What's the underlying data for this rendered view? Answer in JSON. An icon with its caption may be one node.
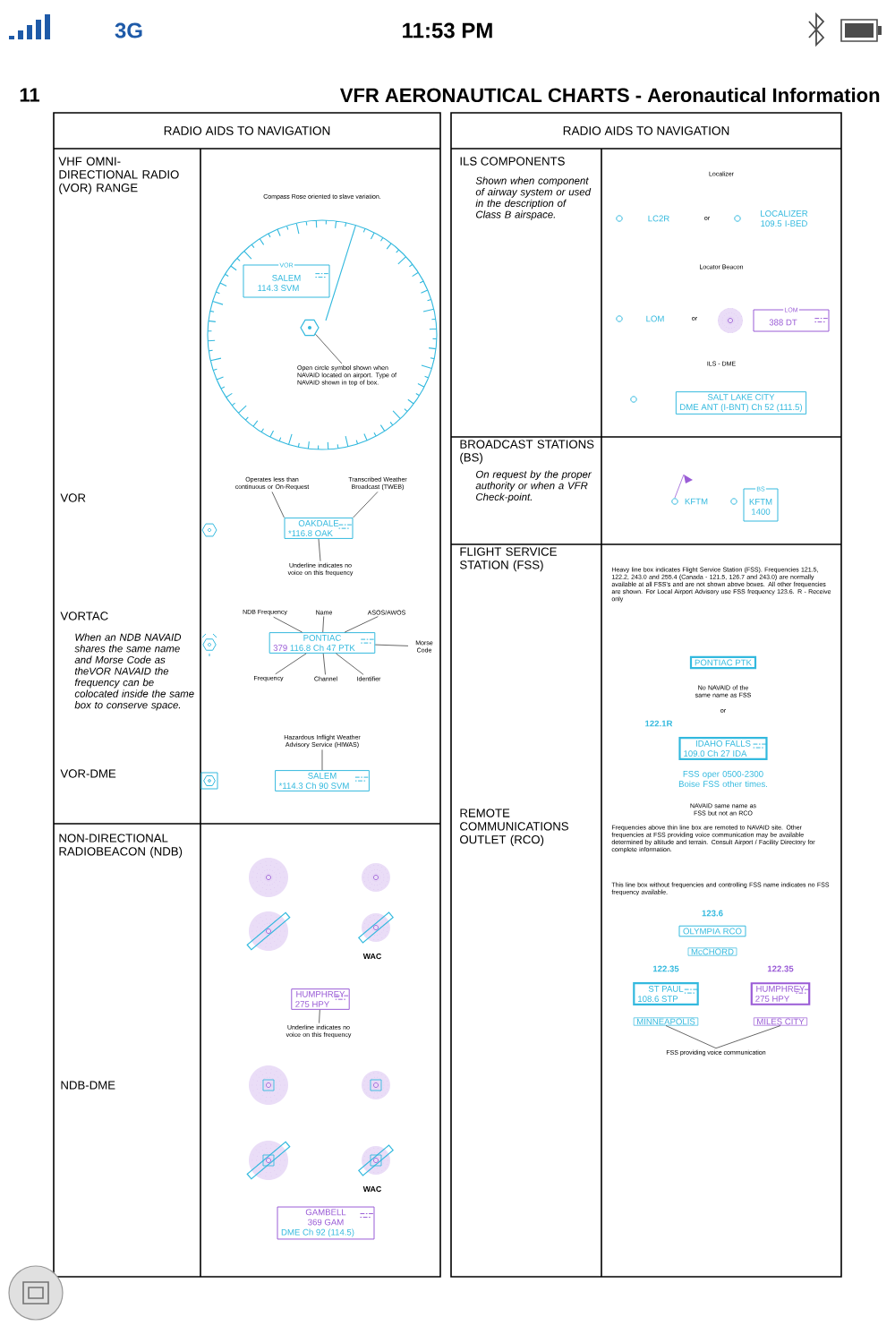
{
  "diagram": {
    "title": "VFR AERONAUTICAL CHARTS - Aeronautical Information",
    "nodes": [
      {
        "text": [
          "VOR",
          "SALEM",
          "114.3 SVM"
        ]
      },
      {
        "text": [],
        "shape": "hexagon"
      },
      {
        "text": [
          "Open circle symbol shown when NAVAID located on airport. Type of NAVAID shown in top of box."
        ]
      },
      {
        "text": [
          "Operates less than continuous or On-Request"
        ]
      },
      {
        "text": [
          "Transcribed Weather Broadcast (TWEB)"
        ]
      },
      {
        "text": [
          "OAKDALE",
          "*116.8 OAK"
        ]
      },
      {
        "text": [
          "Underline indicates no voice on this frequency"
        ]
      },
      {
        "text": [
          "NDB Frequency"
        ]
      },
      {
        "text": [
          "Name"
        ]
      },
      {
        "text": [
          "ASOS/AWOS"
        ]
      },
      {
        "text": [
          "PONTIAC",
          "379",
          "116.8 Ch 47 PTK"
        ]
      },
      {
        "text": [
          "Morse Code"
        ]
      },
      {
        "text": [
          "Frequency"
        ]
      },
      {
        "text": [
          "Channel"
        ]
      },
      {
        "text": [
          "Identifier"
        ]
      },
      {
        "text": [
          "Hazardous Inflight Weather Advisory Service (HIWAS)"
        ]
      },
      {
        "text": [
          "SALEM",
          "*114.3 Ch 90 SVM"
        ]
      },
      {
        "text": [
          "HUMPHREY",
          "275 HPY"
        ]
      },
      {
        "text": [
          "Underline indicates no voice on this frequency"
        ]
      },
      {
        "text": [
          "GAMBELL",
          "369 GAM",
          "DME Ch 92 (114.5)"
        ]
      },
      {
        "text": [
          "LOM",
          "388 DT"
        ]
      },
      {
        "text": [
          "SALT LAKE CITY",
          "DME ANT (I-BNT) Ch 52 (111.5)"
        ]
      },
      {
        "text": [
          "BS",
          "KFTM",
          "1400"
        ]
      },
      {
        "text": [
          "PONTIAC PTK"
        ]
      },
      {
        "text": [
          "IDAHO FALLS",
          "109.0 Ch 27 IDA"
        ],
        "beside": [
          "122.1R"
        ]
      },
      {
        "text": [
          "OLYMPIA RCO"
        ],
        "beside": [
          "123.6"
        ]
      },
      {
        "text": [
          "McCHORD"
        ]
      },
      {
        "text": [
          "ST PAUL",
          "108.6 STP"
        ],
        "beside": [
          "122.35"
        ]
      },
      {
        "text": [
          "MINNEAPOLIS"
        ]
      },
      {
        "text": [
          "HUMPHREY",
          "275 HPY"
        ],
        "beside": [
          "122.35"
        ]
      },
      {
        "text": [
          "MILES CITY"
        ]
      },
      {
        "text": [
          "FSS providing voice communication"
        ]
      }
    ],
    "edges": [
      {
        "from": 2,
        "to": 1,
        "arrow": "none"
      },
      {
        "from": 3,
        "to": 5,
        "arrow": "none"
      },
      {
        "from": 4,
        "to": 5,
        "arrow": "none"
      },
      {
        "from": 6,
        "to": 5,
        "arrow": "none"
      },
      {
        "from": 7,
        "to": 10,
        "arrow": "none"
      },
      {
        "from": 8,
        "to": 10,
        "arrow": "none"
      },
      {
        "from": 9,
        "to": 10,
        "arrow": "none"
      },
      {
        "from": 11,
        "to": 10,
        "arrow": "none"
      },
      {
        "from": 12,
        "to": 10,
        "arrow": "none"
      },
      {
        "from": 13,
        "to": 10,
        "arrow": "none"
      },
      {
        "from": 14,
        "to": 10,
        "arrow": "none"
      },
      {
        "from": 15,
        "to": 16,
        "arrow": "none"
      },
      {
        "from": 18,
        "to": 17,
        "arrow": "none"
      },
      {
        "from": 31,
        "to": 28,
        "arrow": "none"
      },
      {
        "from": 31,
        "to": 30,
        "arrow": "none"
      }
    ],
    "labels": [
      "3G",
      "11:53 PM",
      "11",
      "RADIO AIDS TO NAVIGATION",
      "RADIO AIDS TO NAVIGATION",
      "VHF OMNI-DIRECTIONAL RADIO (VOR) RANGE",
      "Compass Rose oriented to slave variation.",
      "VOR",
      "VORTAC",
      "When an NDB NAVAID shares the same name and Morse Code as theVOR NAVAID the frequency can be colocated inside the same box to conserve space.",
      "VOR-DME",
      "NON-DIRECTIONAL RADIOBEACON (NDB)",
      "WAC",
      "NDB-DME",
      "WAC",
      "ILS COMPONENTS",
      "Shown when component of airway system or used in the description of Class B airspace.",
      "Localizer",
      "LC2R",
      "or",
      "LOCALIZER 109.5 I-BED",
      "Locator Beacon",
      "LOM",
      "or",
      "ILS - DME",
      "BROADCAST STATIONS (BS)",
      "On request by the proper authority or when a VFR Check-point.",
      "KFTM",
      "FLIGHT SERVICE STATION (FSS)",
      "Heavy line box indicates Flight Service Station (FSS). Frequencies 121.5, 122.2, 243.0 and 255.4 (Canada - 121.5, 126.7 and 243.0) are normally available at all FSS's and are not shown above boxes. All other frequencies are shown. For Local Airport Advisory use FSS frequency 123.6. R - Receive only",
      "No NAVAID of the same name as FSS",
      "or",
      "FSS oper 0500-2300 Boise FSS other times.",
      "NAVAID same name as FSS but not an RCO",
      "REMOTE COMMUNICATIONS OUTLET (RCO)",
      "Frequencies above thin line box are remoted to NAVAID site. Other frequencies at FSS providing voice communication may be available determined by altitude and terrain. Consult Airport / Facility Directory for complete information.",
      "This line box without frequencies and controlling FSS name indicates no FSS frequency available."
    ]
  }
}
